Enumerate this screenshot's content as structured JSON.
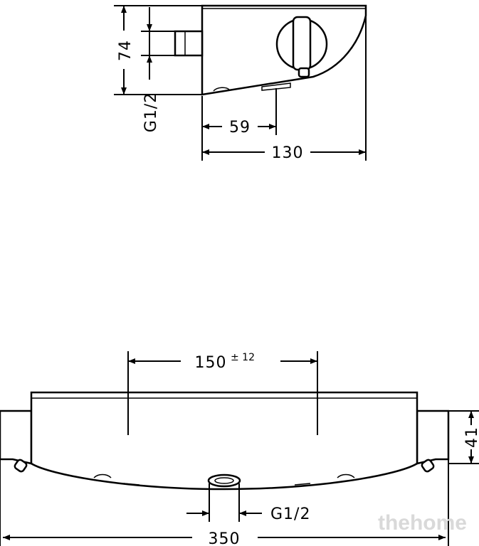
{
  "top_view": {
    "dim_height": "74",
    "dim_thread_side": "G1/2",
    "dim_59": "59",
    "dim_130": "130"
  },
  "front_view": {
    "dim_150": "150",
    "dim_150_tolerance": "± 12",
    "dim_41": "41",
    "dim_thread_bottom": "G1/2",
    "dim_350": "350"
  },
  "watermark": "thehome"
}
